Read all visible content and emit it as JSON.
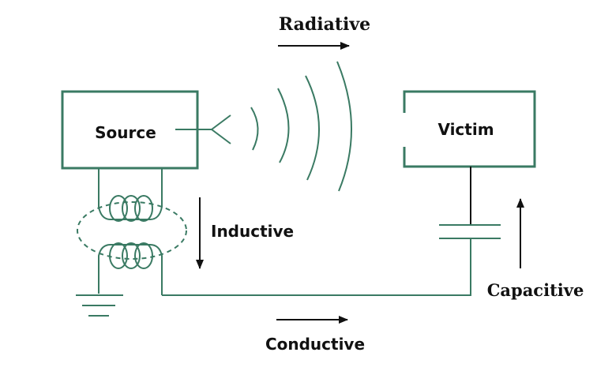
{
  "labels": {
    "radiative": "Radiative",
    "source": "Source",
    "victim": "Victim",
    "inductive": "Inductive",
    "capacitive": "Capacitive",
    "conductive": "Conductive"
  },
  "colors": {
    "circuit": "#3a7a63",
    "arrow": "#111111",
    "text": "#111111",
    "background": "#ffffff"
  }
}
